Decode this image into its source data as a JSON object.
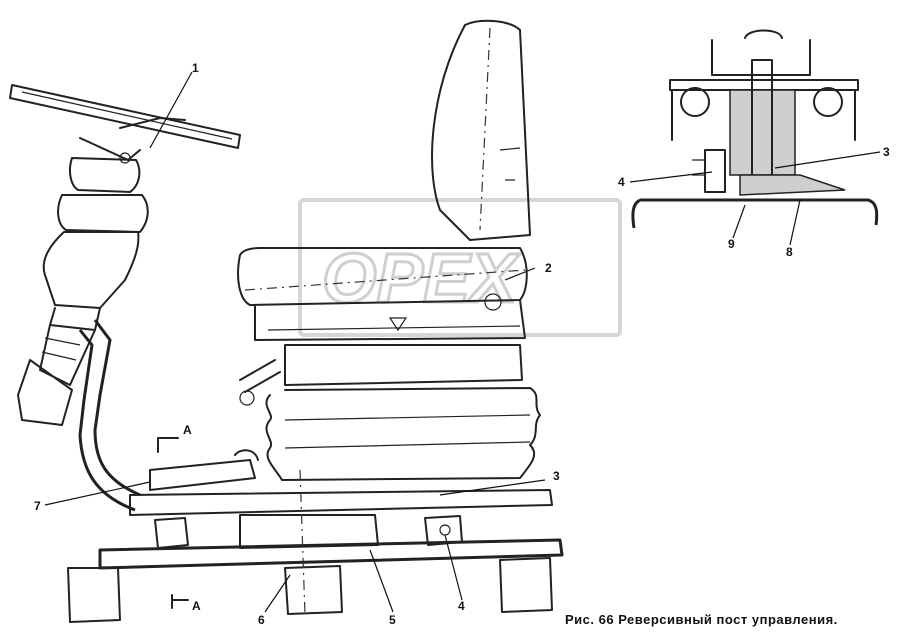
{
  "caption": "Рис. 66 Реверсивный пост управления.",
  "watermark": "OPEX",
  "callouts": {
    "c1": "1",
    "c2": "2",
    "c3_seat": "3",
    "c4_base": "4",
    "c5": "5",
    "c6": "6",
    "c7": "7",
    "c3_detail": "3",
    "c4_detail": "4",
    "c8": "8",
    "c9": "9"
  },
  "section_marks": {
    "a_top": "A",
    "a_bottom": "A"
  }
}
